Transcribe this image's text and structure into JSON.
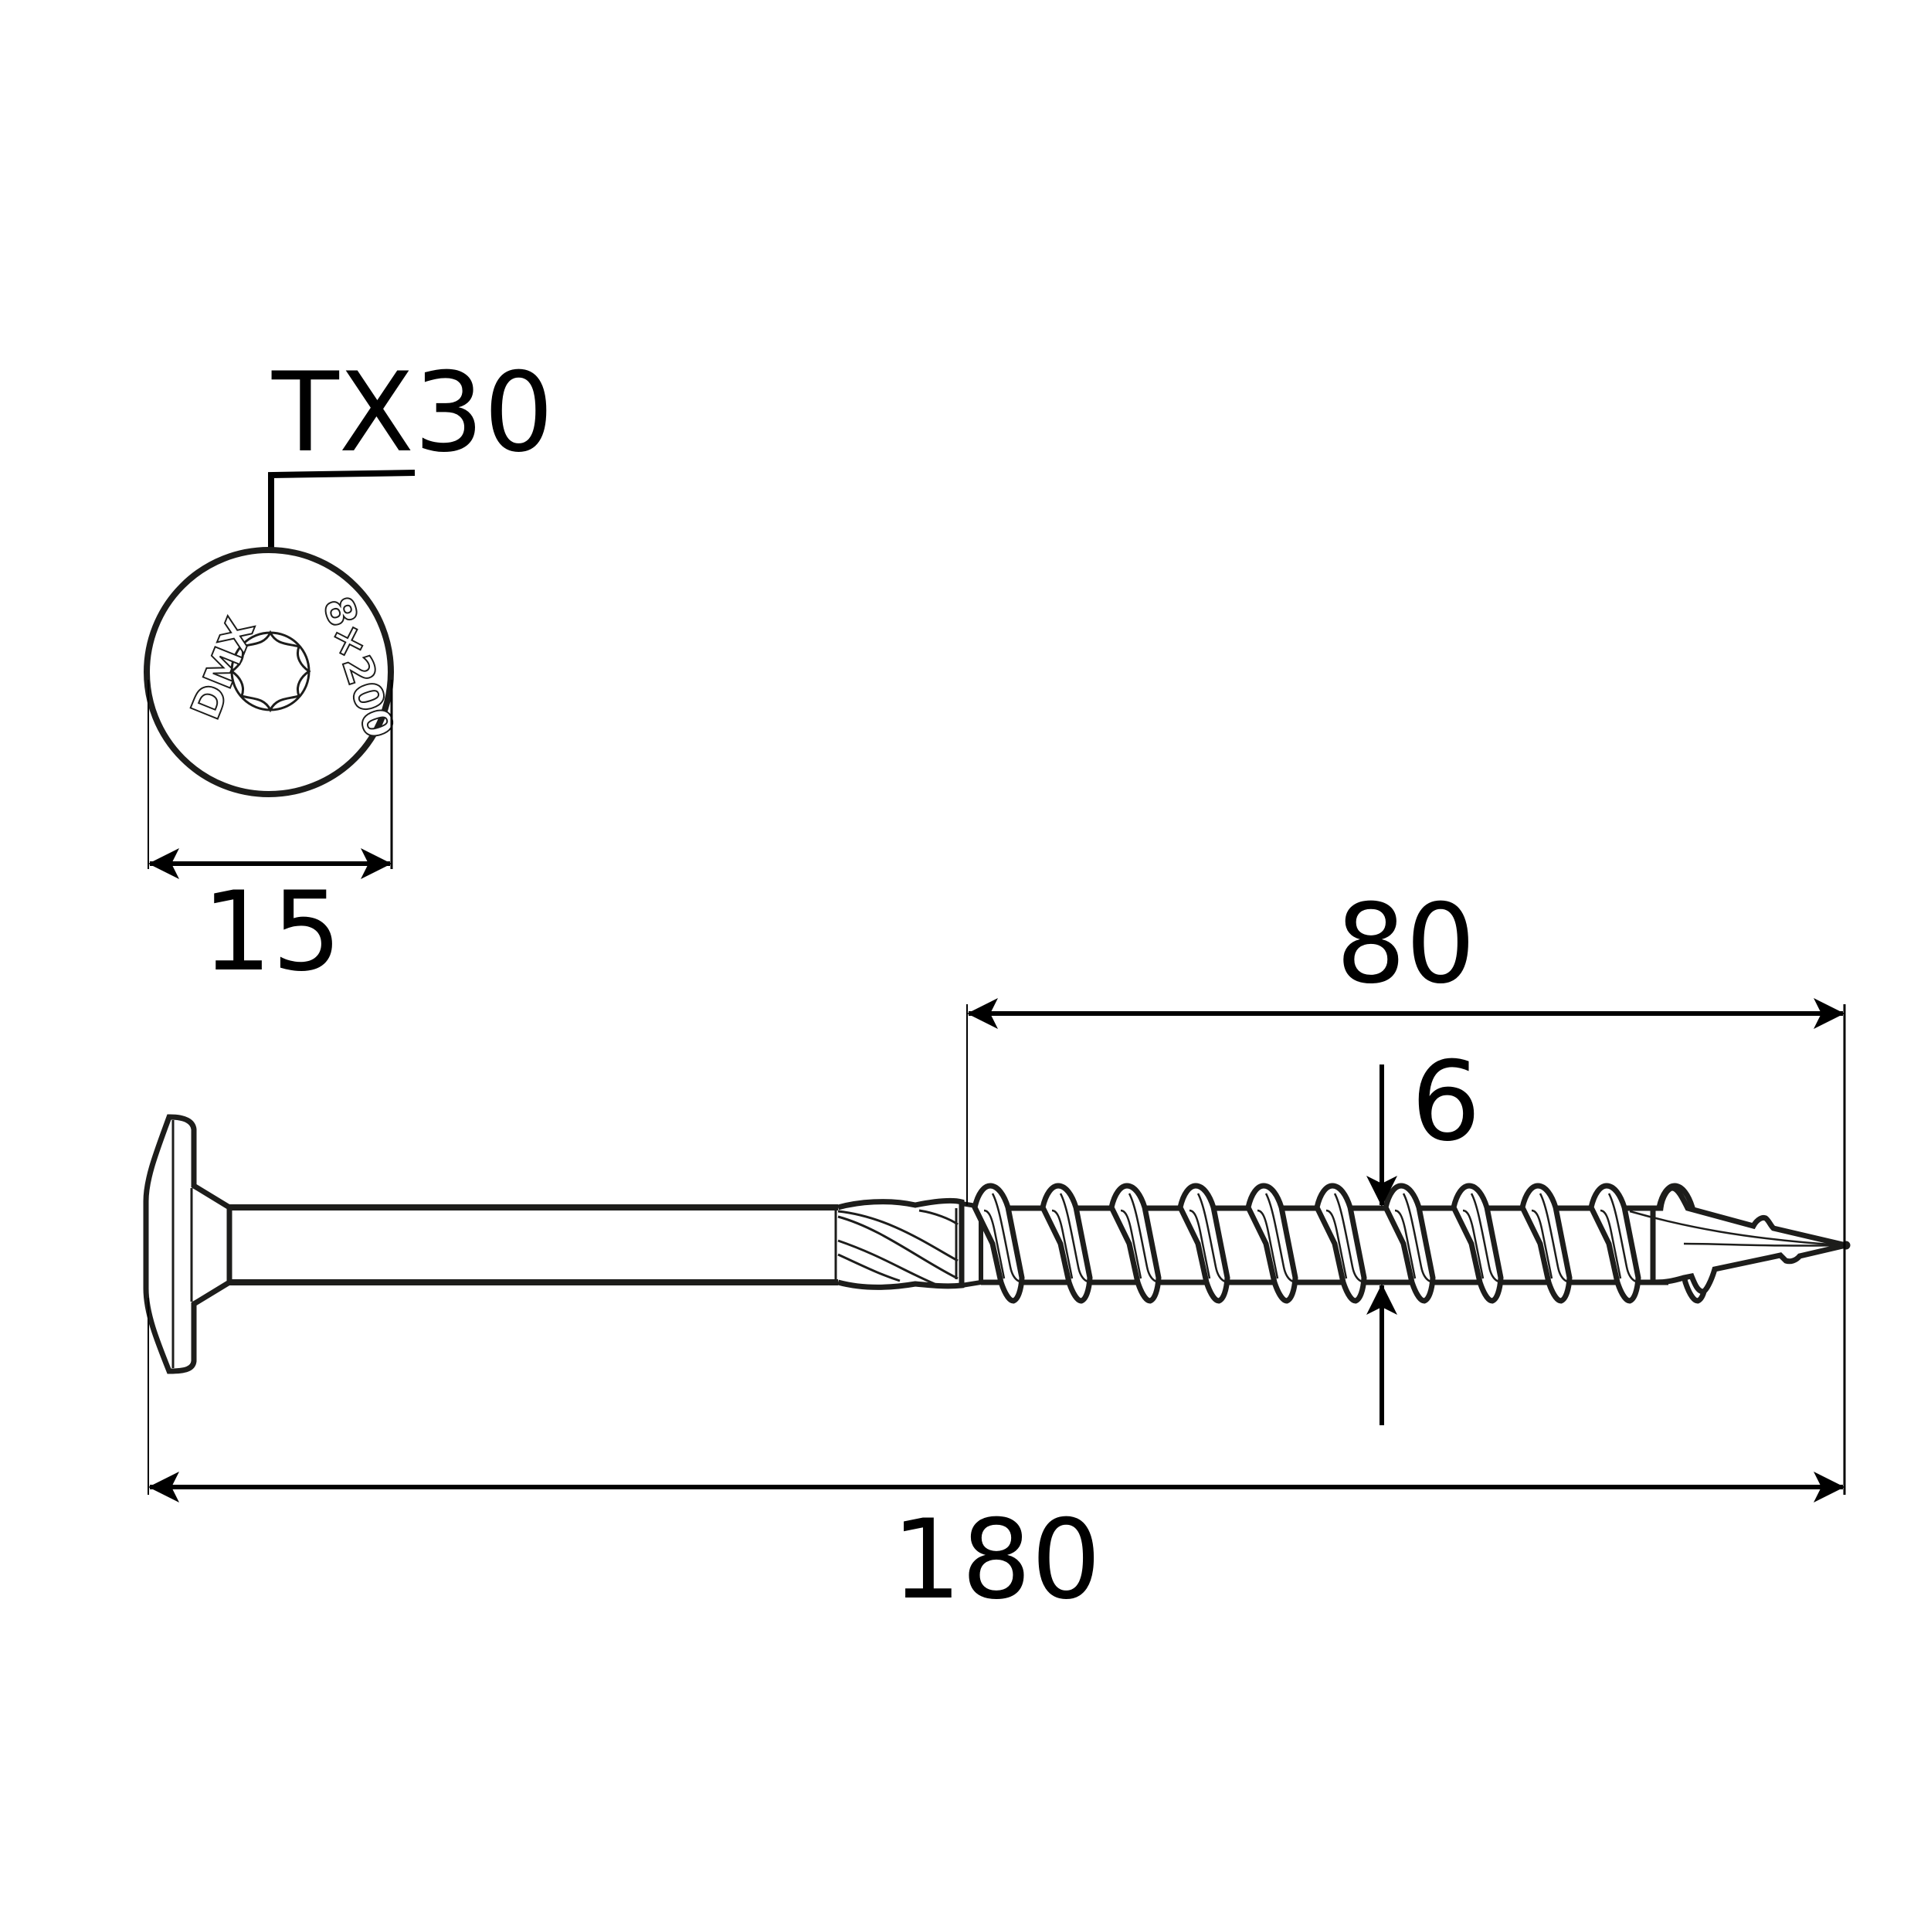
{
  "diagram": {
    "type": "technical drawing",
    "subject": "wood construction screw with washer head",
    "colors": {
      "line": "#1d1d1b",
      "background": "#ffffff"
    }
  },
  "head_view": {
    "drive_label": "TX30",
    "stamp_brand": "DMX",
    "stamp_size": "8×200",
    "head_diameter_label": "15"
  },
  "side_view": {
    "thread_length_label": "80",
    "core_diameter_label": "6",
    "total_length_label": "180"
  }
}
